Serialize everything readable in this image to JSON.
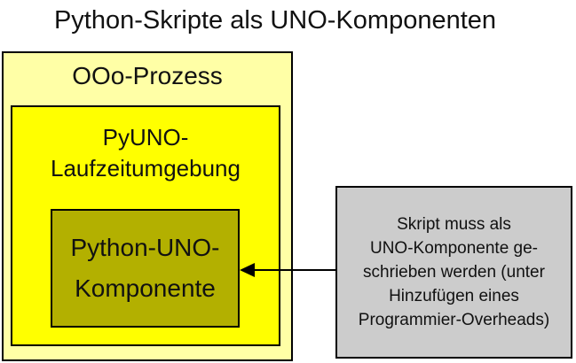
{
  "title": "Python-Skripte als UNO-Komponenten",
  "diagram": {
    "outer_box": {
      "label": "OOo-Prozess",
      "fill": "#ffffa6",
      "border": "#000000"
    },
    "runtime_box": {
      "label": "PyUNO-\nLaufzeitumgebung",
      "fill": "#ffff00",
      "border": "#000000"
    },
    "component_box": {
      "label": "Python-UNO-\nKomponente",
      "fill": "#b3b000",
      "border": "#000000"
    },
    "note_box": {
      "text": "Skript muss als\nUNO-Komponente ge-\nschrieben werden (unter\nHinzufügen eines\nProgrammier-Overheads)",
      "fill": "#cccccc",
      "border": "#000000"
    },
    "arrow": {
      "direction": "left",
      "from": "note_box",
      "to": "component_box",
      "color": "#000000"
    }
  }
}
